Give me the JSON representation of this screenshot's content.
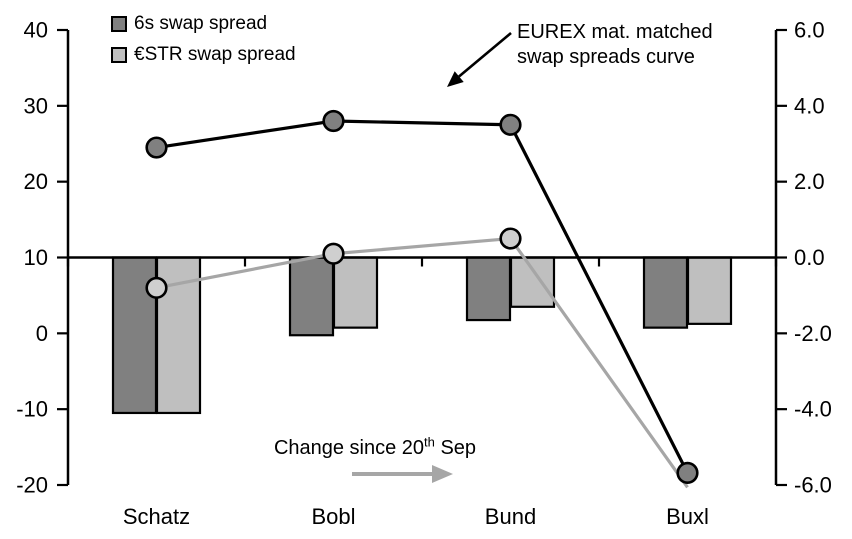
{
  "chart_data": {
    "type": "combo-bar-line",
    "categories": [
      "Schatz",
      "Bobl",
      "Bund",
      "Buxl"
    ],
    "left_axis": {
      "min": -20,
      "max": 40,
      "ticks": [
        40,
        30,
        20,
        10,
        0,
        -10,
        -20
      ],
      "tick_labels": [
        "40",
        "30",
        "20",
        "10",
        "0",
        "-10",
        "-20"
      ]
    },
    "right_axis": {
      "min": -6,
      "max": 6,
      "ticks": [
        6,
        4,
        2,
        0,
        -2,
        -4,
        -6
      ],
      "tick_labels": [
        "6.0",
        "4.0",
        "2.0",
        "0.0",
        "-2.0",
        "-4.0",
        "-6.0"
      ]
    },
    "baseline_left_value": 10,
    "bar_series": [
      {
        "name": "6s swap spread change",
        "axis": "right",
        "color": "#808080",
        "values": [
          -4.1,
          -2.05,
          -1.65,
          -1.85
        ]
      },
      {
        "name": "ESTR swap spread change",
        "axis": "right",
        "color": "#bfbfbf",
        "values": [
          -4.1,
          -1.85,
          -1.3,
          -1.75
        ]
      }
    ],
    "line_series": [
      {
        "name": "6s swap spread curve",
        "axis": "left",
        "line_color": "#000000",
        "marker_fill": "#808080",
        "values": [
          24.5,
          28.0,
          27.5,
          -18.4
        ],
        "markers": [
          true,
          true,
          true,
          true
        ]
      },
      {
        "name": "ESTR swap spread curve",
        "axis": "left",
        "line_color": "#a6a6a6",
        "marker_fill": "#cfcfcf",
        "values": [
          6.0,
          10.5,
          12.5,
          -20.3
        ],
        "markers": [
          true,
          true,
          true,
          false
        ]
      }
    ],
    "legend": {
      "items": [
        {
          "label": "6s swap spread",
          "swatch_color": "#808080"
        },
        {
          "label": "€STR swap spread",
          "swatch_color": "#bfbfbf"
        }
      ]
    },
    "annotations": {
      "curve_note_line1": "EUREX mat. matched",
      "curve_note_line2": "swap spreads curve",
      "change_note_prefix": "Change since 20",
      "change_note_sup": "th",
      "change_note_suffix": " Sep"
    },
    "colors": {
      "axis": "#000000",
      "bar_stroke": "#000000",
      "curve_arrow": "#000000",
      "change_arrow": "#a6a6a6"
    }
  }
}
